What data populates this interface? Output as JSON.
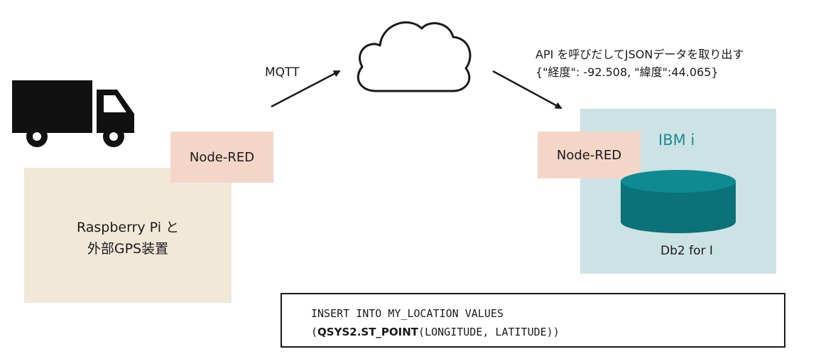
{
  "rpi": {
    "line1": "Raspberry Pi と",
    "line2": "外部GPS装置"
  },
  "node_red_left": "Node-RED",
  "node_red_right": "Node-RED",
  "mqtt": "MQTT",
  "api": {
    "line1": "API を呼びだしてJSONデータを取り出す",
    "line2": "{\"経度\": -92.508, \"緯度\":44.065}"
  },
  "ibmi": {
    "label": "IBM i",
    "db_label": "Db2 for I"
  },
  "sql": {
    "line1": "INSERT INTO MY_LOCATION VALUES",
    "line2_open": "(",
    "line2_func": "QSYS2.ST_POINT",
    "line2_rest": "(LONGITUDE, LATITUDE))"
  },
  "colors": {
    "rpi_bg": "#f2e8d8",
    "node_red_bg": "#f4d6c8",
    "ibmi_bg": "#cde2e4",
    "ibmi_text": "#1f8a95",
    "db_top": "#0f8a92",
    "db_body": "#0a7278"
  },
  "icons": {
    "truck": "truck-icon",
    "cloud": "cloud-icon",
    "database": "database-icon"
  }
}
